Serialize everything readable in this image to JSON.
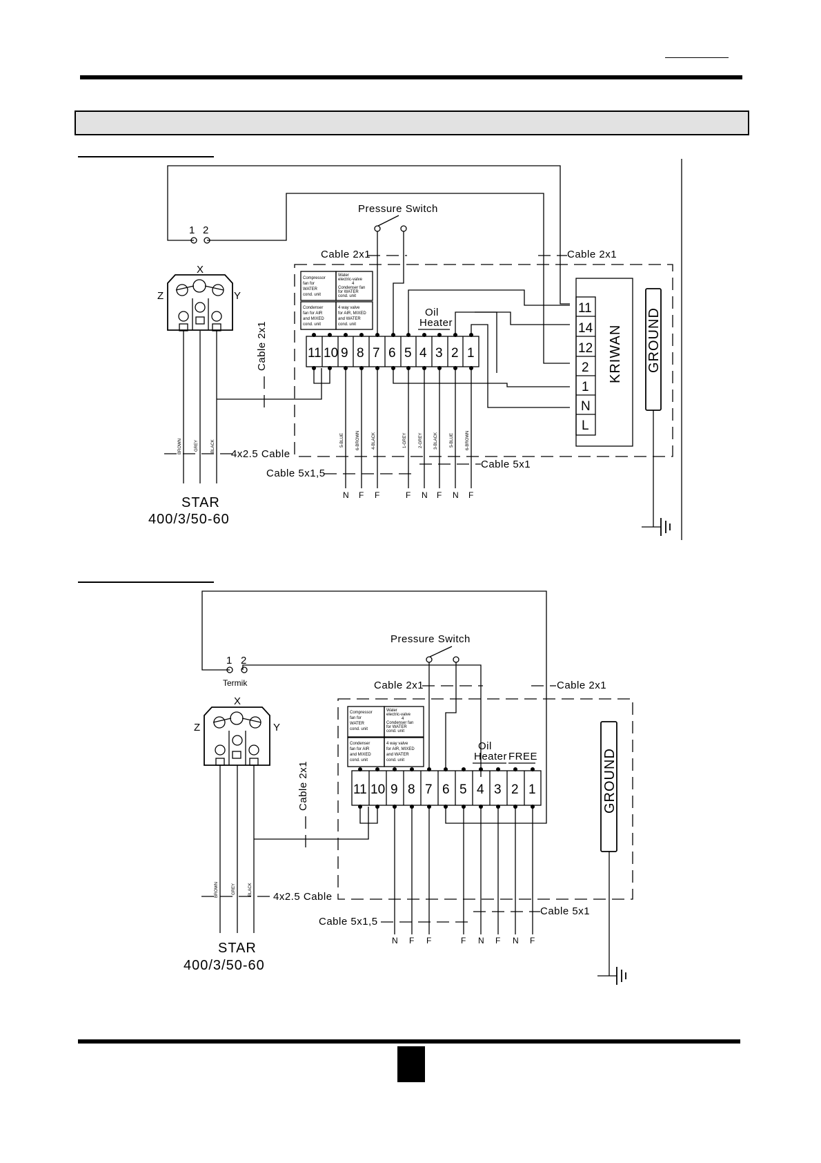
{
  "page": {
    "header_rule": "",
    "section_title": ""
  },
  "diagram1": {
    "pressure_switch": "Pressure Switch",
    "termik_pins": [
      "1",
      "2"
    ],
    "cable_2x1_left": "Cable 2x1",
    "cable_2x1_right": "Cable 2x1",
    "cable_2x1_vertical": "Cable 2x1",
    "motor_letters": {
      "x": "X",
      "y": "Y",
      "z": "Z"
    },
    "legend": [
      [
        "Compressor",
        "fan for",
        "WATER",
        "cond. unit"
      ],
      [
        "Water",
        "electric-valve",
        "4",
        "Condenser fan",
        "for WATER",
        "cond. unit"
      ],
      [
        "Condenser",
        "fan for AIR",
        "and MIXED",
        "cond. unit"
      ],
      [
        "4 way valve",
        "for AIR, MIXED",
        "and WATER",
        "cond. unit"
      ]
    ],
    "oil_heater": [
      "Oil",
      "Heater"
    ],
    "terminals": [
      "11",
      "10",
      "9",
      "8",
      "7",
      "6",
      "5",
      "4",
      "3",
      "2",
      "1"
    ],
    "kriwan_terminals": [
      "11",
      "14",
      "12",
      "2",
      "1",
      "N",
      "L"
    ],
    "kriwan_label": "KRIWAN",
    "ground_label": "GROUND",
    "wire_colors_supply": [
      "BROWN",
      "GREY",
      "BLACK"
    ],
    "wire_colors_cable": [
      "5-BLUE",
      "6-BROWN",
      "4-BLACK",
      "1-GREY",
      "2-GREY",
      "3-BLACK",
      "5-BLUE",
      "6-BROWN"
    ],
    "supply_cable": "4x2.5 Cable",
    "cable_5x15": "Cable 5x1,5",
    "cable_5x1": "Cable 5x1",
    "nf_letters": [
      "N",
      "F",
      "F",
      "F",
      "N",
      "F",
      "N",
      "F"
    ],
    "supply_name": "STAR",
    "supply_spec": "400/3/50-60"
  },
  "diagram2": {
    "pressure_switch": "Pressure Switch",
    "termik_pins": [
      "1",
      "2"
    ],
    "termik_label": "Termik",
    "cable_2x1_left": "Cable 2x1",
    "cable_2x1_right": "Cable 2x1",
    "cable_2x1_vertical": "Cable 2x1",
    "motor_letters": {
      "x": "X",
      "y": "Y",
      "z": "Z"
    },
    "legend": [
      [
        "Compressor",
        "fan for",
        "WATER",
        "cond. unit"
      ],
      [
        "Water",
        "electric-valve",
        "4",
        "Condenser fan",
        "for WATER",
        "cond. unit"
      ],
      [
        "Condenser",
        "fan for AIR",
        "and MIXED",
        "cond. unit"
      ],
      [
        "4 way valve",
        "for AIR, MIXED",
        "and WATER",
        "cond. unit"
      ]
    ],
    "oil_heater": [
      "Oil",
      "Heater"
    ],
    "free_label": "FREE",
    "terminals": [
      "11",
      "10",
      "9",
      "8",
      "7",
      "6",
      "5",
      "4",
      "3",
      "2",
      "1"
    ],
    "ground_label": "GROUND",
    "wire_colors_supply": [
      "BROWN",
      "GREY",
      "BLACK"
    ],
    "supply_cable": "4x2.5 Cable",
    "cable_5x15": "Cable 5x1,5",
    "cable_5x1": "Cable 5x1",
    "nf_letters": [
      "N",
      "F",
      "F",
      "F",
      "N",
      "F",
      "N",
      "F"
    ],
    "supply_name": "STAR",
    "supply_spec": "400/3/50-60"
  }
}
